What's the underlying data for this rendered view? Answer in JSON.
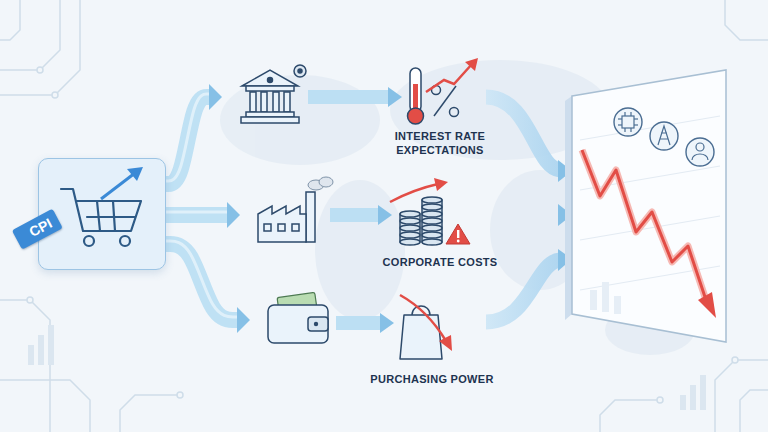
{
  "diagram": {
    "nodes": [
      {
        "text": [
          "CPI"
        ]
      },
      {
        "text": [
          "INTEREST RATE EXPECTATIONS"
        ]
      },
      {
        "text": [
          "CORPORATE COSTS"
        ]
      },
      {
        "text": [
          "PURCHASING POWER"
        ]
      }
    ],
    "edges": [
      {
        "from": 0,
        "to": 1,
        "arrow": "to"
      },
      {
        "from": 0,
        "to": 2,
        "arrow": "to"
      },
      {
        "from": 0,
        "to": 3,
        "arrow": "to"
      }
    ]
  }
}
